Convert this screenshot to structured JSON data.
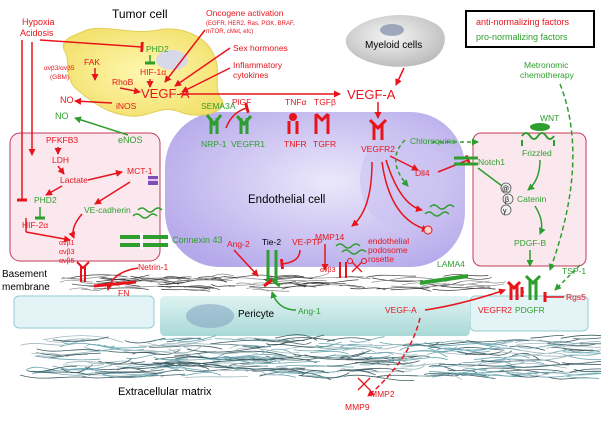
{
  "legend": {
    "anti": "anti-normalizing factors",
    "pro": "pro-normalizing factors",
    "anti_color": "#e8141c",
    "pro_color": "#2e9e2e"
  },
  "cells": {
    "tumor": "Tumor cell",
    "myeloid": "Myeloid cells",
    "endothelial": "Endothelial cell",
    "pericyte": "Pericyte",
    "basement": [
      "Basement",
      "membrane"
    ],
    "ecm": "Extracellular matrix"
  },
  "tumor": {
    "hypoxia": [
      "Hypoxia",
      "Acidosis"
    ],
    "phd2": "PHD2",
    "fak": "FAK",
    "integrin": "αvβ3/αvβ5",
    "gbm": "(GBM)",
    "hif": "HIF-1α",
    "rhob": "RhoB",
    "vegfa": "VEGF-A",
    "inos": "iNOS",
    "onco": [
      "Oncogene activation",
      "(EGFR, HER2, Ras, PI3K, BRAF,",
      "mTOR, cMet, etc)"
    ],
    "sex": "Sex hormones",
    "inflam": [
      "Inflammatory",
      "cytokines"
    ]
  },
  "myeloid": {
    "vegfa": "VEGF-A"
  },
  "metronomic": [
    "Metronomic",
    "chemotherapy"
  ],
  "left_cell": {
    "no1": "NO",
    "no2": "NO",
    "enos": "eNOS",
    "pfkfb3": "PFKFB3",
    "ldh": "LDH",
    "lactate": "Lactate",
    "mct1": "MCT-1",
    "phd2": "PHD2",
    "hif2": "HIF-2α",
    "vecad": "VE-cadherin",
    "integrins": [
      "αvβ1",
      "αvβ3",
      "αvβ5"
    ]
  },
  "receptors": {
    "sema3a": "SEMA3A",
    "nrp1": "NRP-1",
    "plgf": "PlGF",
    "vegfr1": "VEGFR1",
    "tnfa": "TNFα",
    "tnfr": "TNFR",
    "tgfb": "TGFβ",
    "tgfr": "TGFR",
    "vegfr2": "VEGFR2"
  },
  "endo": {
    "chloroquine": "Chloroquine",
    "notch1": "Notch1",
    "dll4": "Dll4",
    "connexin": "Connexin 43",
    "ang2": "Ang-2",
    "tie2": "Tie-2",
    "veptp": "VE-PTP",
    "mmp14": "MMP14",
    "podosome": [
      "endothelial",
      "podosome",
      "rosette"
    ],
    "avb3": "αvβ3",
    "lama4": "LAMA4",
    "ang1": "Ang-1"
  },
  "right_cell": {
    "wnt": "WNT",
    "frizzled": "Frizzled",
    "catenin": "Catenin",
    "pdgfb": "PDGF-B",
    "tsp1": "TSP-1",
    "vegfr2": "VEGFR2",
    "pdgfr": "PDGFR",
    "rgs5": "Rgs5",
    "at": "@",
    "beta": "β",
    "gamma": "γ"
  },
  "bottom": {
    "netrin": "Netrin-1",
    "fn": "FN",
    "vegfa": "VEGF-A",
    "mmp2": "MMP2",
    "mmp9": "MMP9"
  }
}
